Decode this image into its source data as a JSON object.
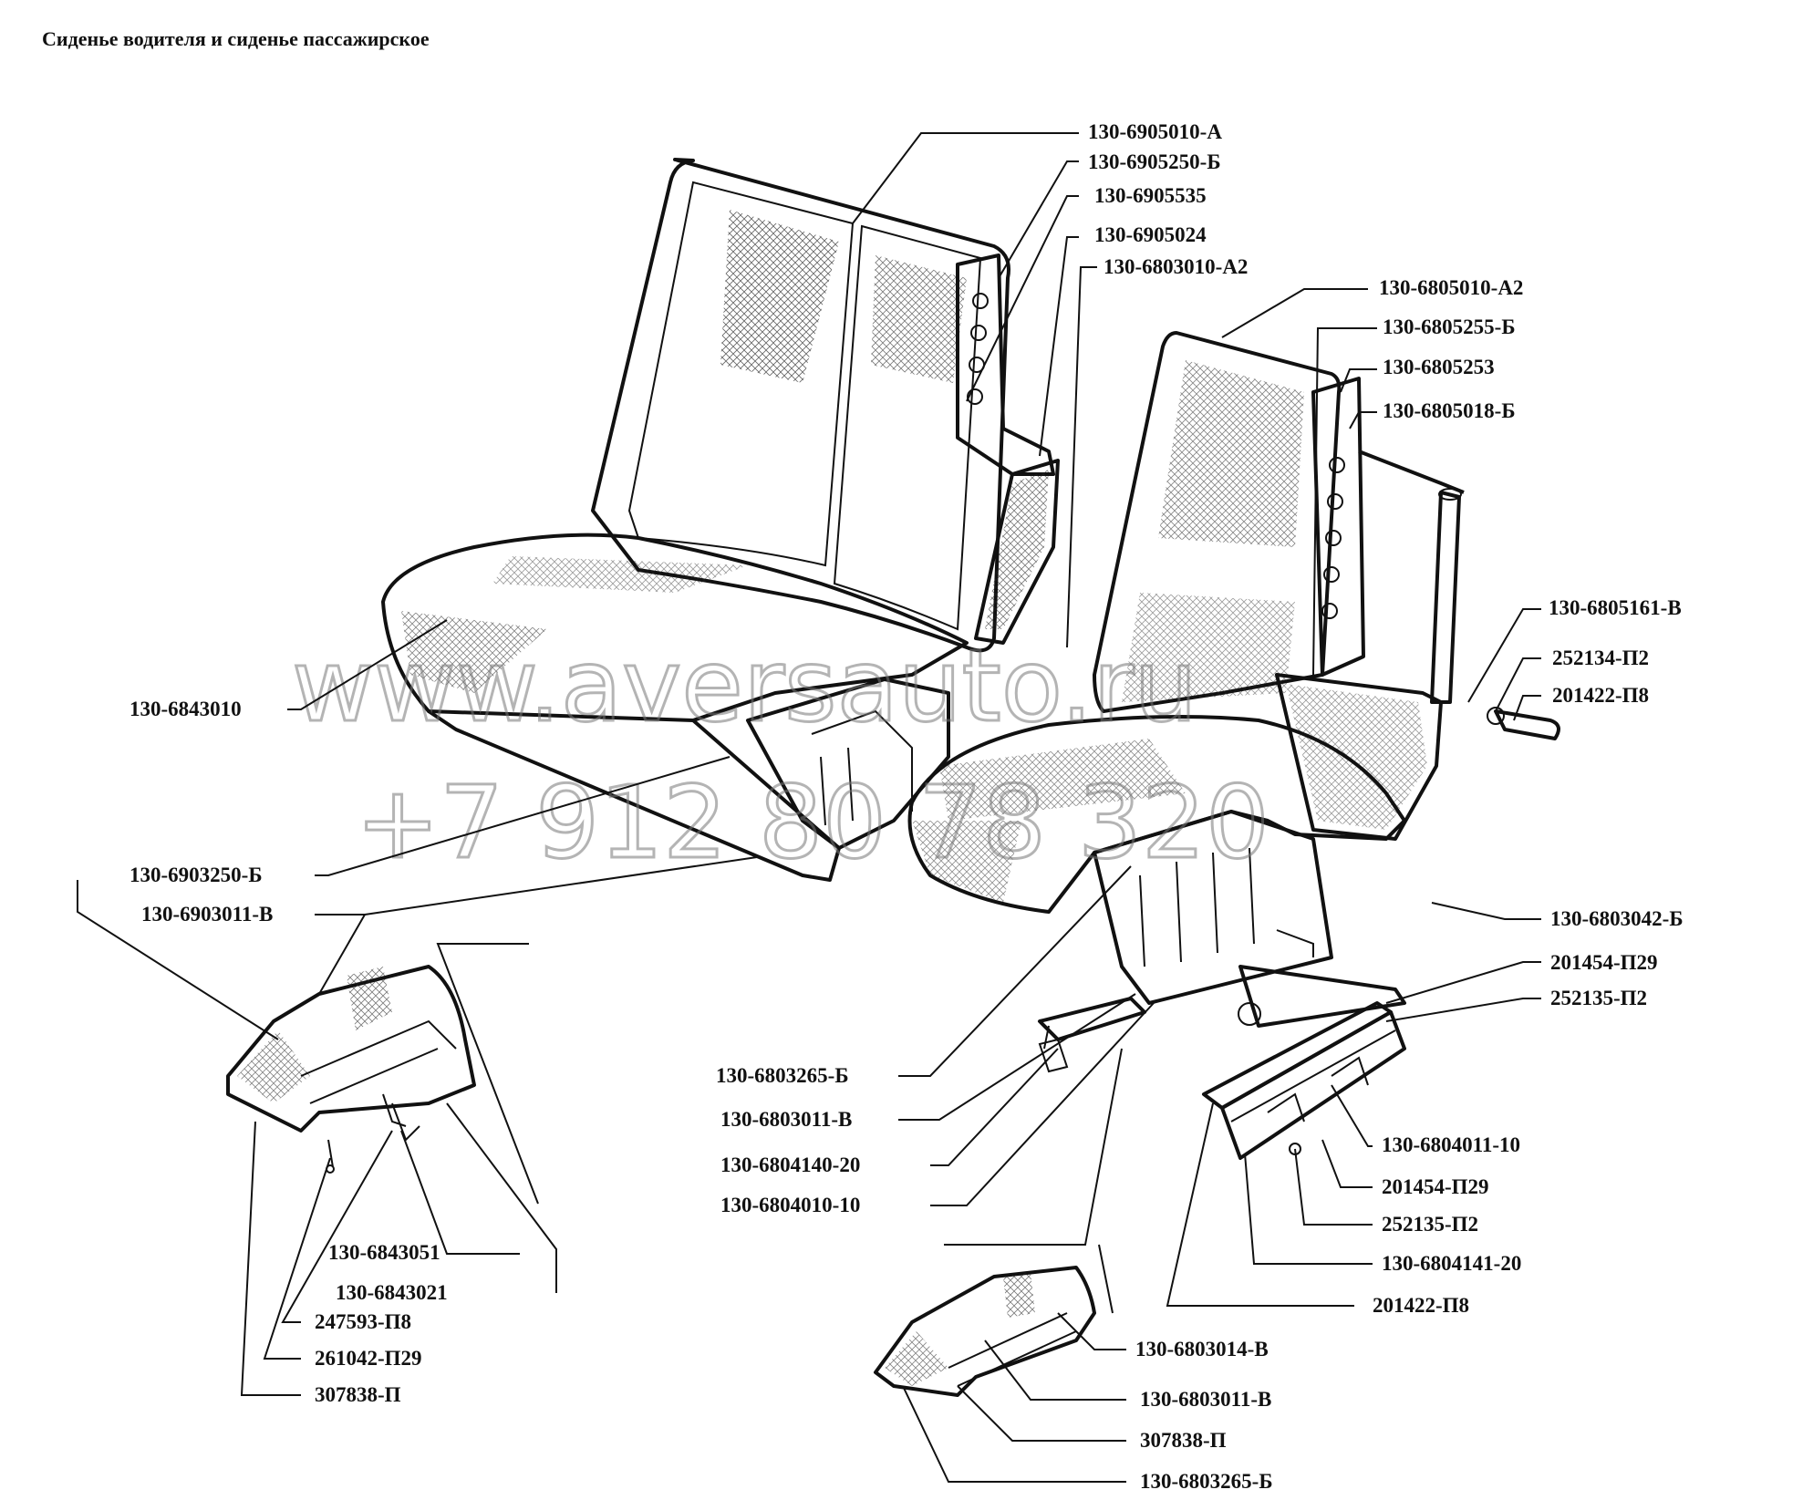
{
  "title": "Сиденье водителя и сиденье пассажирское",
  "watermark": {
    "site": "www.aversauto.ru",
    "phone": "+7 912 80 78 320"
  },
  "labels": {
    "l1": "130-6905010-А",
    "l2": "130-6905250-Б",
    "l3": "130-6905535",
    "l4": "130-6905024",
    "l5": "130-6803010-А2",
    "l6": "130-6805010-А2",
    "l7": "130-6805255-Б",
    "l8": "130-6805253",
    "l9": "130-6805018-Б",
    "l10": "130-6805161-В",
    "l11": "252134-П2",
    "l12": "201422-П8",
    "l13": "130-6843010",
    "l14": "130-6903250-Б",
    "l15": "130-6903011-В",
    "l16": "130-6803042-Б",
    "l17": "201454-П29",
    "l18": "252135-П2",
    "l19": "130-6803265-Б",
    "l20": "130-6803011-В",
    "l21": "130-6804140-20",
    "l22": "130-6804010-10",
    "l23": "130-6804011-10",
    "l24": "201454-П29",
    "l25": "252135-П2",
    "l26": "130-6804141-20",
    "l27": "201422-П8",
    "l28": "130-6843051",
    "l29": "130-6843021",
    "l30": "247593-П8",
    "l31": "261042-П29",
    "l32": "307838-П",
    "l33": "130-6803014-В",
    "l34": "130-6803011-В",
    "l35": "307838-П",
    "l36": "130-6803265-Б"
  }
}
